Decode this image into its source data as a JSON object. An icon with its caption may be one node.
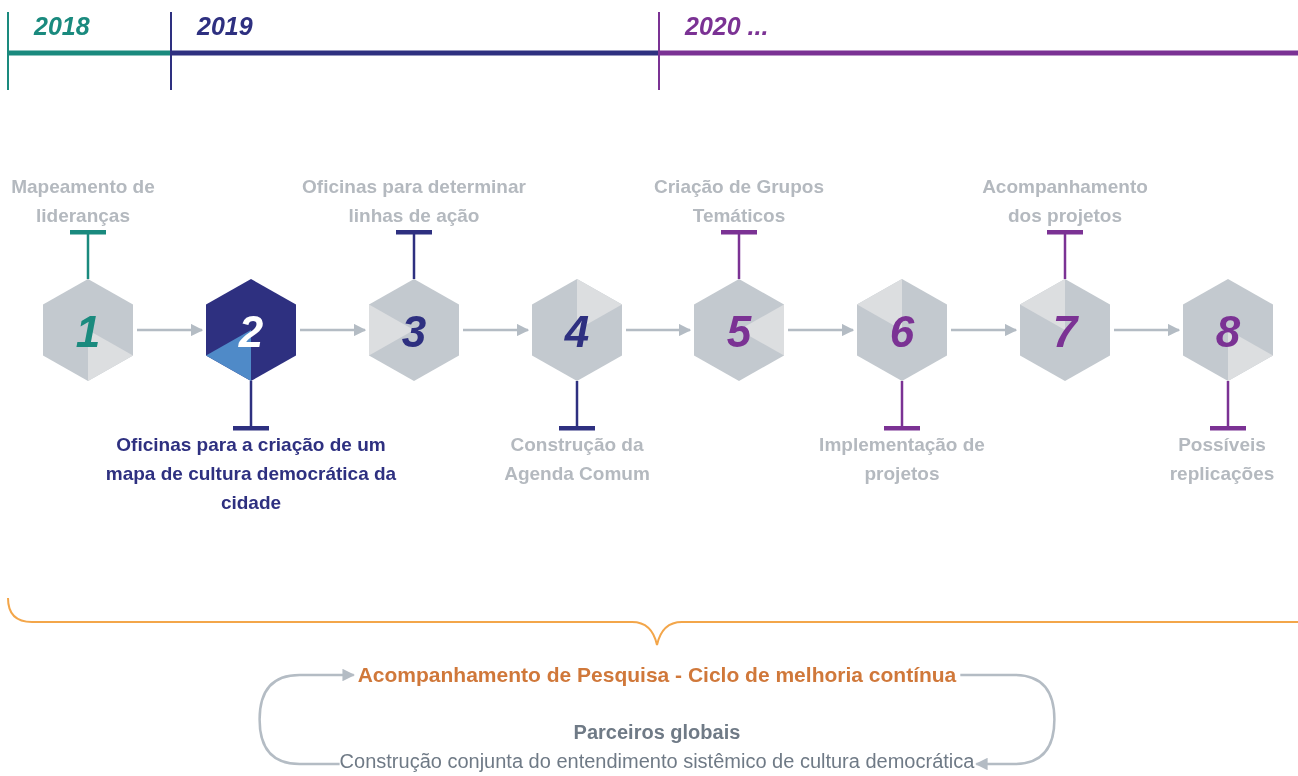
{
  "diagram": {
    "nodes": [
      {
        "text": [
          "1"
        ]
      },
      {
        "text": [
          "2"
        ]
      },
      {
        "text": [
          "3"
        ]
      },
      {
        "text": [
          "4"
        ]
      },
      {
        "text": [
          "5"
        ]
      },
      {
        "text": [
          "6"
        ]
      },
      {
        "text": [
          "7"
        ]
      },
      {
        "text": [
          "8"
        ]
      },
      {
        "text": [
          "Mapeamento de lideranças"
        ]
      },
      {
        "text": [
          "Oficinas para a criação de um mapa de cultura democrática da cidade"
        ]
      },
      {
        "text": [
          "Oficinas para determinar linhas de ação"
        ]
      },
      {
        "text": [
          "Construção da Agenda Comum"
        ]
      },
      {
        "text": [
          "Criação de Grupos Temáticos"
        ]
      },
      {
        "text": [
          "Implementação de projetos"
        ]
      },
      {
        "text": [
          "Acompanhamento dos projetos"
        ]
      },
      {
        "text": [
          "Possíveis replicações"
        ]
      },
      {
        "text": [
          "Acompanhamento de Pesquisa - Ciclo de melhoria contínua"
        ]
      },
      {
        "text": [
          "Parceiros globais",
          "Construção conjunta do entendimento sistêmico de cultura democrática"
        ]
      }
    ],
    "edges": [
      {
        "from": 0,
        "to": 1,
        "arrow": "to"
      },
      {
        "from": 1,
        "to": 2,
        "arrow": "to"
      },
      {
        "from": 2,
        "to": 3,
        "arrow": "to"
      },
      {
        "from": 3,
        "to": 4,
        "arrow": "to"
      },
      {
        "from": 4,
        "to": 5,
        "arrow": "to"
      },
      {
        "from": 5,
        "to": 6,
        "arrow": "to"
      },
      {
        "from": 6,
        "to": 7,
        "arrow": "to"
      },
      {
        "from": 0,
        "to": 8,
        "arrow": "other",
        "color": "#1a8a7e"
      },
      {
        "from": 1,
        "to": 9,
        "arrow": "other",
        "color": "#2e3080"
      },
      {
        "from": 2,
        "to": 10,
        "arrow": "other",
        "color": "#2e3080"
      },
      {
        "from": 3,
        "to": 11,
        "arrow": "other",
        "color": "#2e3080"
      },
      {
        "from": 4,
        "to": 12,
        "arrow": "other",
        "color": "#7b3294"
      },
      {
        "from": 5,
        "to": 13,
        "arrow": "other",
        "color": "#7b3294"
      },
      {
        "from": 6,
        "to": 14,
        "arrow": "other",
        "color": "#7b3294"
      },
      {
        "from": 7,
        "to": 15,
        "arrow": "other",
        "color": "#7b3294"
      },
      {
        "from": 17,
        "to": 16,
        "arrow": "to"
      },
      {
        "from": 16,
        "to": 17,
        "arrow": "to"
      }
    ],
    "labels": [
      "2018",
      "2019",
      "2020 ..."
    ]
  }
}
